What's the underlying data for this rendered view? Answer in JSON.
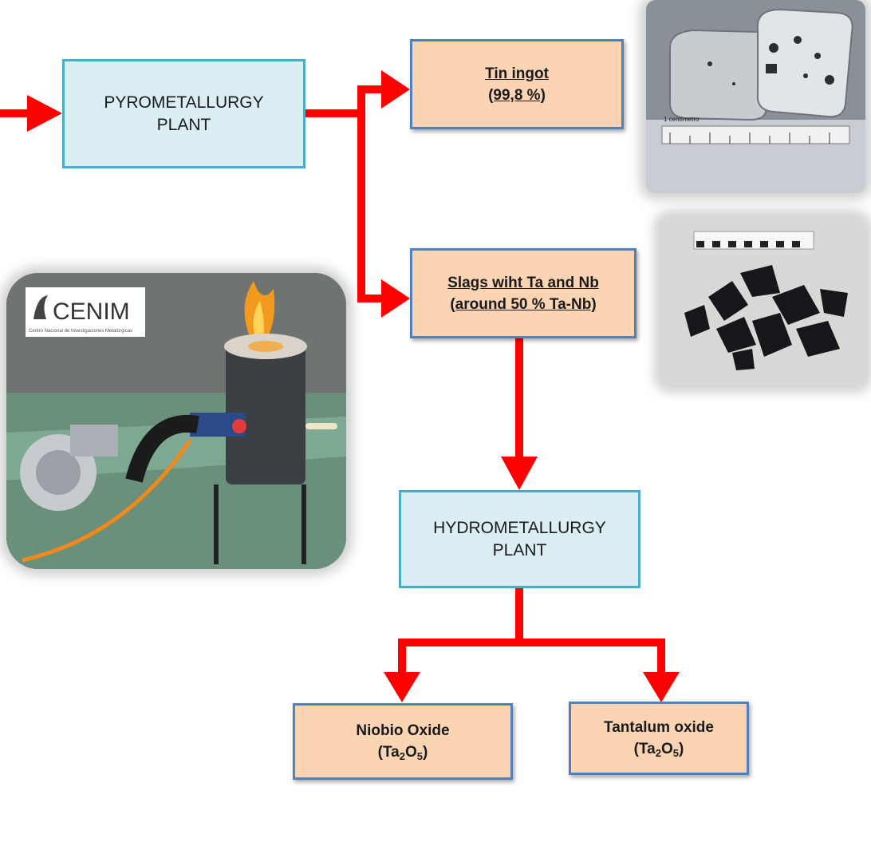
{
  "nodes": {
    "pyro": {
      "line1": "PYROMETALLURGY",
      "line2": "PLANT"
    },
    "tin": {
      "line1": "Tin ingot",
      "line2": "(99,8 %)"
    },
    "slags": {
      "line1": "Slags wiht Ta and Nb",
      "line2": "(around 50 % Ta-Nb)"
    },
    "hydro": {
      "line1": "HYDROMETALLURGY",
      "line2": "PLANT"
    },
    "niobio": {
      "line1": "Niobio Oxide",
      "formula_a": "(Ta",
      "sub_a": "2",
      "formula_b": "O",
      "sub_b": "5",
      "formula_c": ")"
    },
    "tantalum": {
      "line1": "Tantalum oxide",
      "formula_a": "(Ta",
      "sub_a": "2",
      "formula_b": "O",
      "sub_b": "5",
      "formula_c": ")"
    }
  },
  "photos": {
    "furnace": {
      "logo_text": "CENIM",
      "logo_caption": "Centro Nacional de Investigaciones Metalúrgicas"
    },
    "ingot": {
      "ruler_label": "1 centímetro"
    },
    "slag": {}
  },
  "colors": {
    "arrow": "#ff0000",
    "plant_fill": "#daeef3",
    "plant_border": "#4bacc6",
    "product_fill": "#fbd4b4",
    "product_border": "#4f81bd"
  }
}
